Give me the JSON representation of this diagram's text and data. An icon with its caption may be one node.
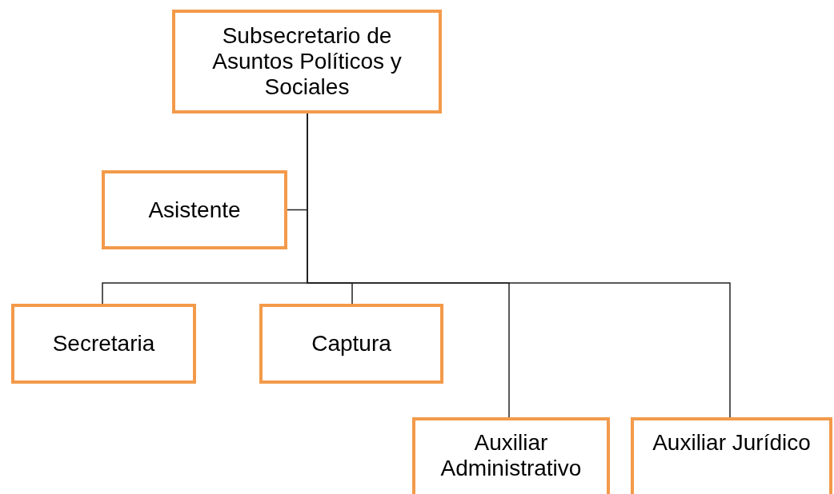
{
  "diagram": {
    "nodes": [
      {
        "text": [
          "Subsecretario de Asuntos Políticos y Sociales"
        ]
      },
      {
        "text": [
          "Asistente"
        ]
      },
      {
        "text": [
          "Secretaria"
        ]
      },
      {
        "text": [
          "Captura"
        ]
      },
      {
        "text": [
          "Auxiliar Administrativo"
        ]
      },
      {
        "text": [
          "Auxiliar Jurídico"
        ]
      }
    ],
    "edges": [
      {
        "from": 0,
        "to": 1,
        "arrow": "none"
      },
      {
        "from": 0,
        "to": 2,
        "arrow": "none"
      },
      {
        "from": 0,
        "to": 3,
        "arrow": "none"
      },
      {
        "from": 0,
        "to": 4,
        "arrow": "none"
      },
      {
        "from": 0,
        "to": 5,
        "arrow": "none"
      }
    ]
  }
}
